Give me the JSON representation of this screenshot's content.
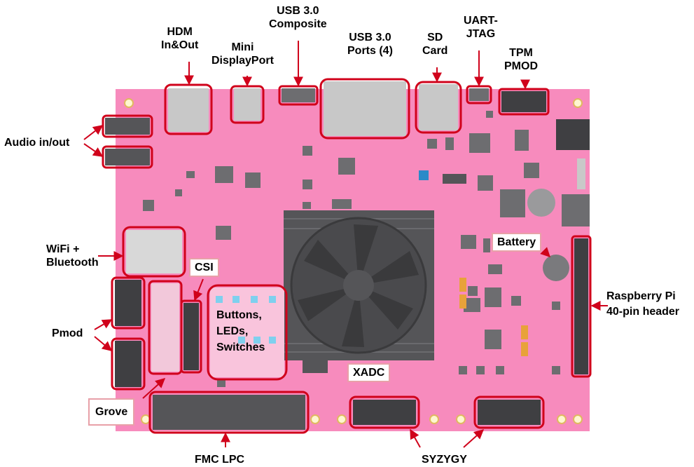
{
  "labels": {
    "hdmi": "HDM\nIn&Out",
    "mini_dp": "Mini\nDisplayPort",
    "usb_composite": "USB 3.0\nComposite",
    "usb_ports": "USB 3.0\nPorts (4)",
    "sd_card": "SD\nCard",
    "uart_jtag": "UART-\nJTAG",
    "tpm_pmod": "TPM\nPMOD",
    "audio": "Audio in/out",
    "wifi": "WiFi +\nBluetooth",
    "csi": "CSI",
    "buttons": "Buttons,\nLEDs,\nSwitches",
    "battery": "Battery",
    "raspberry_pi": "Raspberry Pi\n40-pin header",
    "pmod": "Pmod",
    "grove": "Grove",
    "xadc": "XADC",
    "fmc_lpc": "FMC LPC",
    "syzygy": "SYZYGY"
  },
  "colors": {
    "board": "#f78bbd",
    "highlight": "#d0021b",
    "chip": "#6d6d70",
    "heatsink": "#555558",
    "connector": "#3f3f42"
  }
}
